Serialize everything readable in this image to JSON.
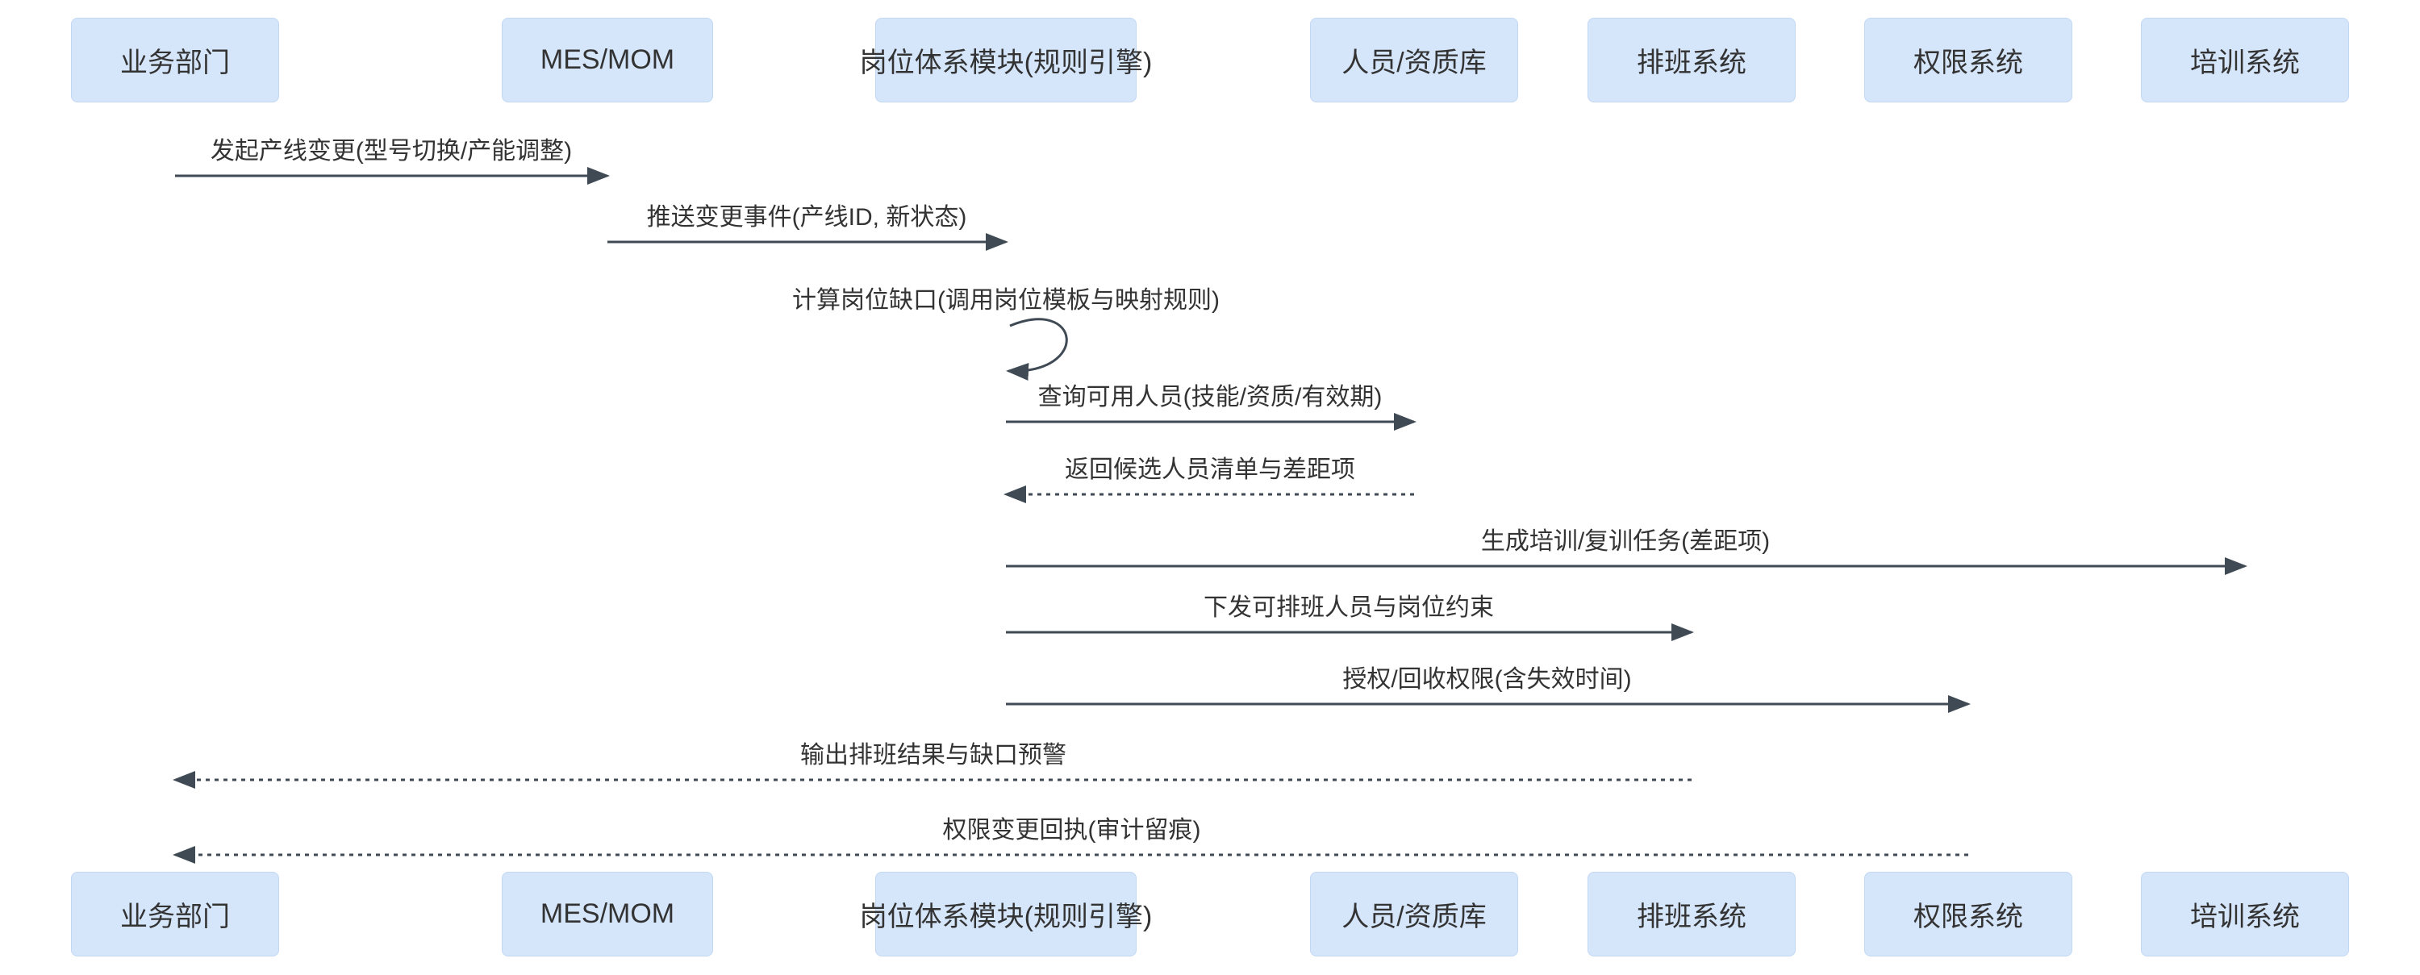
{
  "diagram": {
    "type": "sequence-diagram",
    "colors": {
      "background": "#ffffff",
      "actor_fill": "#d5e5fa",
      "actor_border": "#c2d8f2",
      "actor_text": "#333333",
      "message_text": "#333333",
      "arrow_line": "#3f4a54"
    },
    "participants": [
      {
        "label": "业务部门"
      },
      {
        "label": "MES/MOM"
      },
      {
        "label": "岗位体系模块(规则引擎)"
      },
      {
        "label": "人员/资质库"
      },
      {
        "label": "排班系统"
      },
      {
        "label": "权限系统"
      },
      {
        "label": "培训系统"
      }
    ],
    "messages": [
      {
        "text": "发起产线变更(型号切换/产能调整)",
        "from": 0,
        "to": 1,
        "line": "solid"
      },
      {
        "text": "推送变更事件(产线ID, 新状态)",
        "from": 1,
        "to": 2,
        "line": "solid"
      },
      {
        "text": "计算岗位缺口(调用岗位模板与映射规则)",
        "from": 2,
        "to": 2,
        "line": "self"
      },
      {
        "text": "查询可用人员(技能/资质/有效期)",
        "from": 2,
        "to": 3,
        "line": "solid"
      },
      {
        "text": "返回候选人员清单与差距项",
        "from": 3,
        "to": 2,
        "line": "dotted"
      },
      {
        "text": "生成培训/复训任务(差距项)",
        "from": 2,
        "to": 6,
        "line": "solid"
      },
      {
        "text": "下发可排班人员与岗位约束",
        "from": 2,
        "to": 4,
        "line": "solid"
      },
      {
        "text": "授权/回收权限(含失效时间)",
        "from": 2,
        "to": 5,
        "line": "solid"
      },
      {
        "text": "输出排班结果与缺口预警",
        "from": 4,
        "to": 0,
        "line": "dotted"
      },
      {
        "text": "权限变更回执(审计留痕)",
        "from": 5,
        "to": 0,
        "line": "dotted"
      }
    ]
  }
}
